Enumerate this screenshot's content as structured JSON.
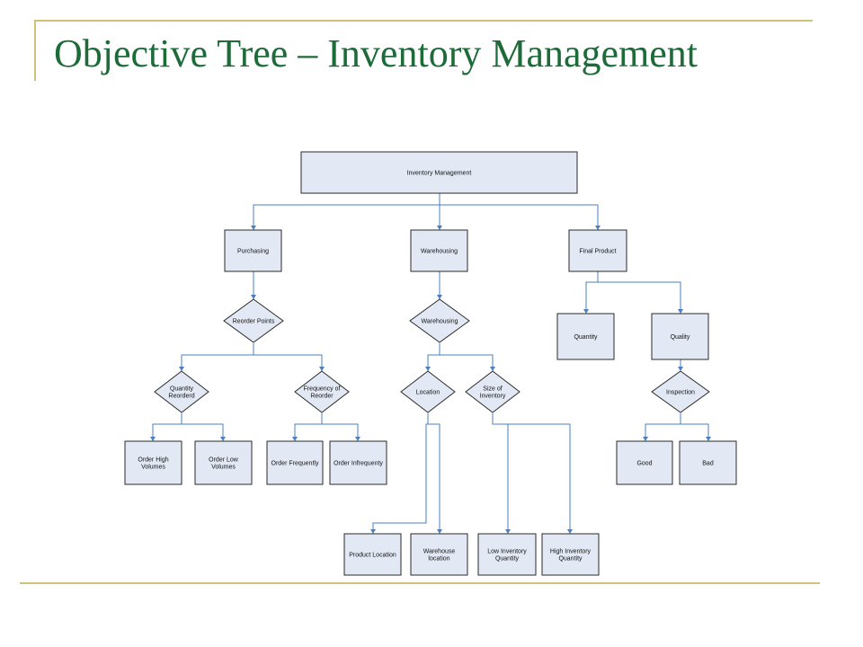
{
  "slide": {
    "title": "Objective Tree – Inventory Management"
  },
  "colors": {
    "title": "#1d6b38",
    "accent_rule": "#cfc07a",
    "node_fill": "#e3e9f4",
    "node_border": "#2a2a2a",
    "connector": "#4a7fc1"
  },
  "tree": {
    "root": {
      "label": "Inventory Management"
    },
    "branches": {
      "purchasing": {
        "label": "Purchasing",
        "decision": "Reorder Points",
        "reordered": {
          "label": [
            "Quantity",
            "Reorderd"
          ],
          "outcomes": [
            [
              "Order High",
              "Volumes"
            ],
            [
              "Order Low",
              "Volumes"
            ]
          ]
        },
        "frequency": {
          "label": [
            "Frequency of",
            "Reorder"
          ],
          "outcomes": [
            [
              "Order Frequently"
            ],
            [
              "Order Infrequenty"
            ]
          ]
        }
      },
      "warehousing": {
        "label": "Warehousing",
        "decision": "Warehousing",
        "location": {
          "label": [
            "Location"
          ],
          "outcomes": [
            [
              "Product Location"
            ],
            [
              "Warehouse",
              "location"
            ]
          ]
        },
        "size": {
          "label": [
            "Size of",
            "Inventory"
          ],
          "outcomes": [
            [
              "Low Inventory",
              "Quantity"
            ],
            [
              "High Inventory",
              "Quantity"
            ]
          ]
        }
      },
      "final_product": {
        "label": "Final Product",
        "quantity": "Quantity",
        "quality": "Quality",
        "inspection": "Inspection",
        "outcomes": [
          "Good",
          "Bad"
        ]
      }
    }
  }
}
